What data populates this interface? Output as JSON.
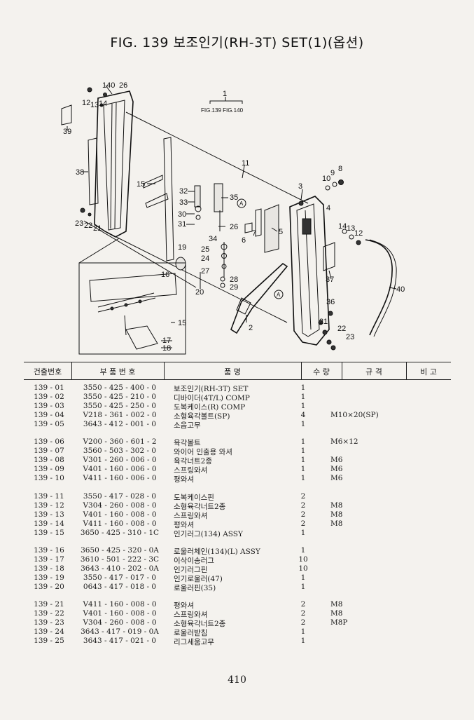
{
  "header": {
    "title": "FIG. 139 보조인기(RH-3T) SET(1)(옵션)"
  },
  "diagram": {
    "labels": {
      "l1": "1",
      "fig": "FIG.139 FIG.140",
      "l140": "140",
      "l26": "26",
      "l12": "12",
      "l13": "13",
      "l14": "14",
      "l39": "39",
      "l38": "38",
      "l23": "23",
      "l22": "22",
      "l21": "21",
      "l15": "15",
      "l11": "11",
      "l32": "32",
      "l33": "33",
      "l30": "30",
      "l31": "31",
      "l35": "35",
      "lA": "A",
      "l26b": "26",
      "l7": "7",
      "l6": "6",
      "l34": "34",
      "l5": "5",
      "l19": "19",
      "l25": "25",
      "l24": "24",
      "l27": "27",
      "l28": "28",
      "l29": "29",
      "l20": "20",
      "l16": "16",
      "l3": "3",
      "l10": "10",
      "l9": "9",
      "l8": "8",
      "l4": "4",
      "l14b": "14",
      "l13b": "13",
      "l12b": "12",
      "l37": "37",
      "l40": "40",
      "lA2": "A",
      "l2": "2",
      "l36": "36",
      "l21b": "21",
      "l22b": "22",
      "l23b": "23",
      "l15b": "15",
      "l17": "17",
      "l18": "18"
    }
  },
  "table": {
    "headers": {
      "ref": "건출번호",
      "part": "부 품 번 호",
      "name": "품 명",
      "qty": "수 량",
      "spec": "규 격",
      "note": "비 고"
    },
    "groups": [
      [
        {
          "ref": "139 - 01",
          "part": "3550 - 425 - 400 - 0",
          "name": "보조인기(RH-3T) SET",
          "qty": "1",
          "spec": ""
        },
        {
          "ref": "139 - 02",
          "part": "3550 - 425 - 210 - 0",
          "name": "디바이더(4T/L) COMP",
          "qty": "1",
          "spec": ""
        },
        {
          "ref": "139 - 03",
          "part": "3550 - 425 - 250 - 0",
          "name": "도복케이스(R) COMP",
          "qty": "1",
          "spec": ""
        },
        {
          "ref": "139 - 04",
          "part": "V218 - 361 - 002 - 0",
          "name": "소형육각볼트(SP)",
          "qty": "4",
          "spec": "M10×20(SP)"
        },
        {
          "ref": "139 - 05",
          "part": "3643 - 412 - 001 - 0",
          "name": "소음고무",
          "qty": "1",
          "spec": ""
        }
      ],
      [
        {
          "ref": "139 - 06",
          "part": "V200 - 360 - 601 - 2",
          "name": "육각볼트",
          "qty": "1",
          "spec": "M6×12"
        },
        {
          "ref": "139 - 07",
          "part": "3560 - 503 - 302 - 0",
          "name": "와이어 인출용 와셔",
          "qty": "1",
          "spec": ""
        },
        {
          "ref": "139 - 08",
          "part": "V301 - 260 - 006 - 0",
          "name": "육각너트2종",
          "qty": "1",
          "spec": "M6"
        },
        {
          "ref": "139 - 09",
          "part": "V401 - 160 - 006 - 0",
          "name": "스프링와셔",
          "qty": "1",
          "spec": "M6"
        },
        {
          "ref": "139 - 10",
          "part": "V411 - 160 - 006 - 0",
          "name": "평와셔",
          "qty": "1",
          "spec": "M6"
        }
      ],
      [
        {
          "ref": "139 - 11",
          "part": "3550 - 417 - 028 - 0",
          "name": "도복케이스핀",
          "qty": "2",
          "spec": ""
        },
        {
          "ref": "139 - 12",
          "part": "V304 - 260 - 008 - 0",
          "name": "소형육각너트2종",
          "qty": "2",
          "spec": "M8"
        },
        {
          "ref": "139 - 13",
          "part": "V401 - 160 - 008 - 0",
          "name": "스프링와셔",
          "qty": "2",
          "spec": "M8"
        },
        {
          "ref": "139 - 14",
          "part": "V411 - 160 - 008 - 0",
          "name": "평와셔",
          "qty": "2",
          "spec": "M8"
        },
        {
          "ref": "139 - 15",
          "part": "3650 - 425 - 310 - 1C",
          "name": "인기러그(134) ASSY",
          "qty": "1",
          "spec": ""
        }
      ],
      [
        {
          "ref": "139 - 16",
          "part": "3650 - 425 - 320 - 0A",
          "name": "로울러체인(134)(L) ASSY",
          "qty": "1",
          "spec": ""
        },
        {
          "ref": "139 - 17",
          "part": "3610 - 501 - 222 - 3C",
          "name": "이삭이송러그",
          "qty": "10",
          "spec": ""
        },
        {
          "ref": "139 - 18",
          "part": "3643 - 410 - 202 - 0A",
          "name": "인기러그핀",
          "qty": "10",
          "spec": ""
        },
        {
          "ref": "139 - 19",
          "part": "3550 - 417 - 017 - 0",
          "name": "인기로울러(47)",
          "qty": "1",
          "spec": ""
        },
        {
          "ref": "139 - 20",
          "part": "0643 - 417 - 018 - 0",
          "name": "로울러핀(35)",
          "qty": "1",
          "spec": ""
        }
      ],
      [
        {
          "ref": "139 - 21",
          "part": "V411 - 160 - 008 - 0",
          "name": "평와셔",
          "qty": "2",
          "spec": "M8"
        },
        {
          "ref": "139 - 22",
          "part": "V401 - 160 - 008 - 0",
          "name": "스프링와셔",
          "qty": "2",
          "spec": "M8"
        },
        {
          "ref": "139 - 23",
          "part": "V304 - 260 - 008 - 0",
          "name": "소형육각너트2종",
          "qty": "2",
          "spec": "M8P"
        },
        {
          "ref": "139 - 24",
          "part": "3643 - 417 - 019 - 0A",
          "name": "로울러받침",
          "qty": "1",
          "spec": ""
        },
        {
          "ref": "139 - 25",
          "part": "3643 - 417 - 021 - 0",
          "name": "리그세움고무",
          "qty": "1",
          "spec": ""
        }
      ]
    ]
  },
  "footer": {
    "page_number": "410"
  }
}
